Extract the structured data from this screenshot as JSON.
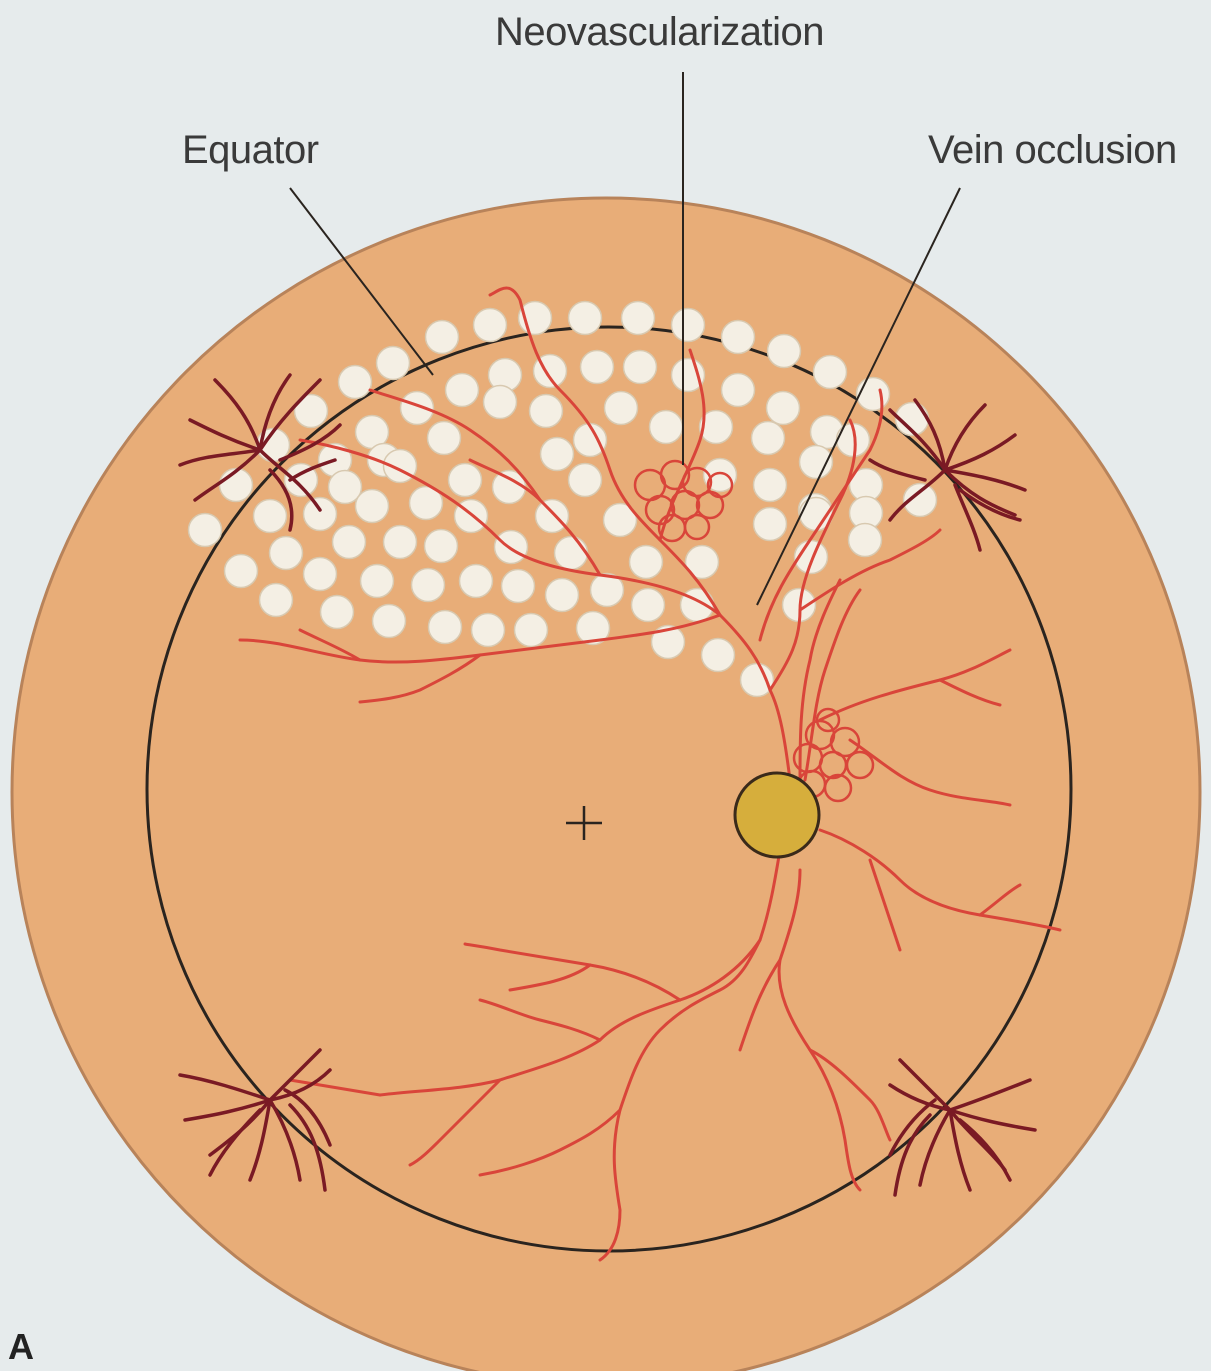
{
  "labels": {
    "neovascularization": "Neovascularization",
    "equator": "Equator",
    "vein_occlusion": "Vein occlusion",
    "panel": "A"
  },
  "colors": {
    "background": "#e6ebec",
    "fundus": "#e8ad78",
    "outline": "#2a241f",
    "vessel": "#d9453a",
    "dark_vessel": "#7a1a24",
    "laser_spot": "#f4efe4",
    "optic_disc": "#d6ae3c"
  },
  "icons": [
    "fovea-cross-icon",
    "optic-disc-icon"
  ]
}
